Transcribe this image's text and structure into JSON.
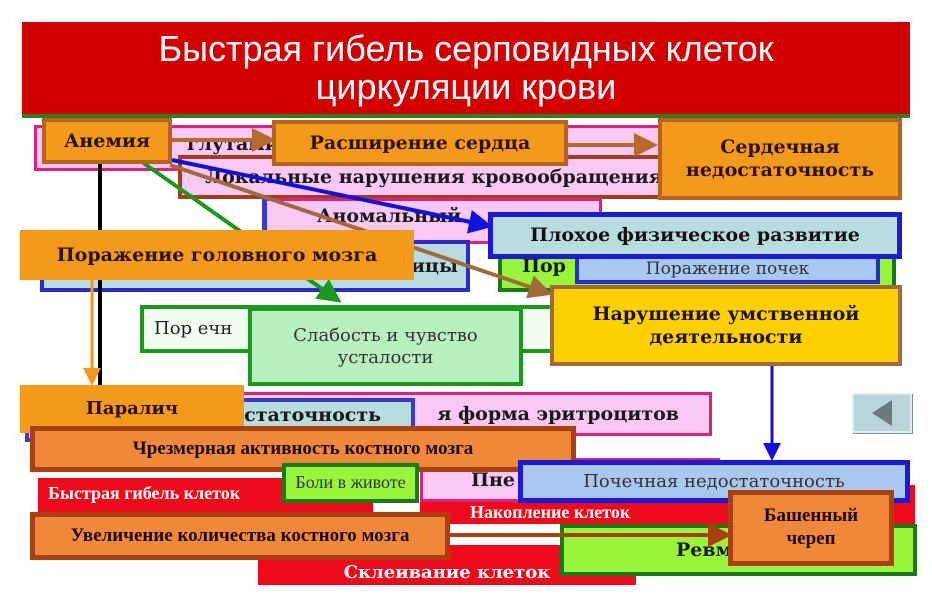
{
  "title": {
    "line1": "Быстрая гибель серповидных клеток",
    "line2": "циркуляции крови"
  },
  "background_boxes": {
    "glutamine": "глутами",
    "local": "Локальные нарушения кровообращения",
    "abnormal": "Аномальный",
    "lb_left": "ицы",
    "green_right": "Пор",
    "kidney_damage": "Поражение почек",
    "green_mid": "Пор                                        ечн",
    "erythro": "я форма эритроцитов",
    "insuff": "статочность",
    "fast_death": "Быстрая гибель клеток",
    "pneu": "Пне",
    "accum": "Накопление клеток",
    "stick": "Склеивание клеток",
    "rheum": "Ревм"
  },
  "nodes": {
    "anemia": "Анемия",
    "heart_enlarge": "Расширение сердца",
    "heart_failure": "Сердечная недостаточность",
    "poor_growth": "Плохое физическое развитие",
    "brain": "Поражение головного мозга",
    "mental": "Нарушение умственной деятельности",
    "weakness": "Слабость и чувство усталости",
    "paralysis": "Паралич",
    "marrow_activity": "Чрезмерная активность костного мозга",
    "abdominal_pain": "Боли в животе",
    "renal_failure": "Почечная недостаточность",
    "marrow_increase": "Увеличение количества костного мозга",
    "tower_skull": "Башенный череп"
  },
  "colors": {
    "red": "#d40000",
    "orange": "#f39a1a",
    "pink": "#f9c8f5",
    "lime": "#99f53a",
    "lightblue": "#b8dde0"
  }
}
